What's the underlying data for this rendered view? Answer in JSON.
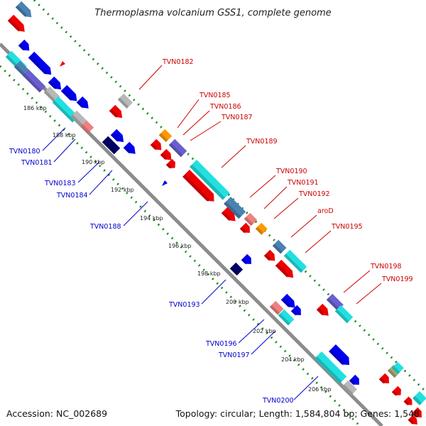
{
  "title": "Thermoplasma volcanium GSS1, complete genome",
  "footer": {
    "accession": "Accession: NC_002689",
    "topology": "Topology: circular; Length: 1,584,804 bp; Genes: 1,548"
  },
  "ticks": [
    "186 kbp",
    "188 kbp",
    "190 kbp",
    "192 kbp",
    "194 kbp",
    "196 kbp",
    "198 kbp",
    "200 kbp",
    "202 kbp",
    "204 kbp",
    "206 kbp"
  ],
  "colors": {
    "backbone": "#8c8c8c",
    "dots": "#1a8a1a",
    "label_forward": "#cc0000",
    "label_reverse": "#0000cc",
    "red": "#ee0000",
    "blue": "#0000ee",
    "cyan": "#22e0e0",
    "steel": "#4a82b4",
    "purple": "#6a5fcf",
    "salmon": "#f08080",
    "orange": "#ff9900",
    "grey": "#b8b8b8",
    "navy": "#000066",
    "olive": "#a8a870"
  },
  "labels_forward": [
    "TVN0182",
    "TVN0185",
    "TVN0186",
    "TVN0187",
    "TVN0189",
    "TVN0190",
    "TVN0191",
    "TVN0192",
    "aroD",
    "TVN0195",
    "TVN0198",
    "TVN0199"
  ],
  "labels_reverse": [
    "TVN0180",
    "TVN0181",
    "TVN0183",
    "TVN0184",
    "TVN0188",
    "TVN0193",
    "TVN0196",
    "TVN0197",
    "TVN0200"
  ]
}
